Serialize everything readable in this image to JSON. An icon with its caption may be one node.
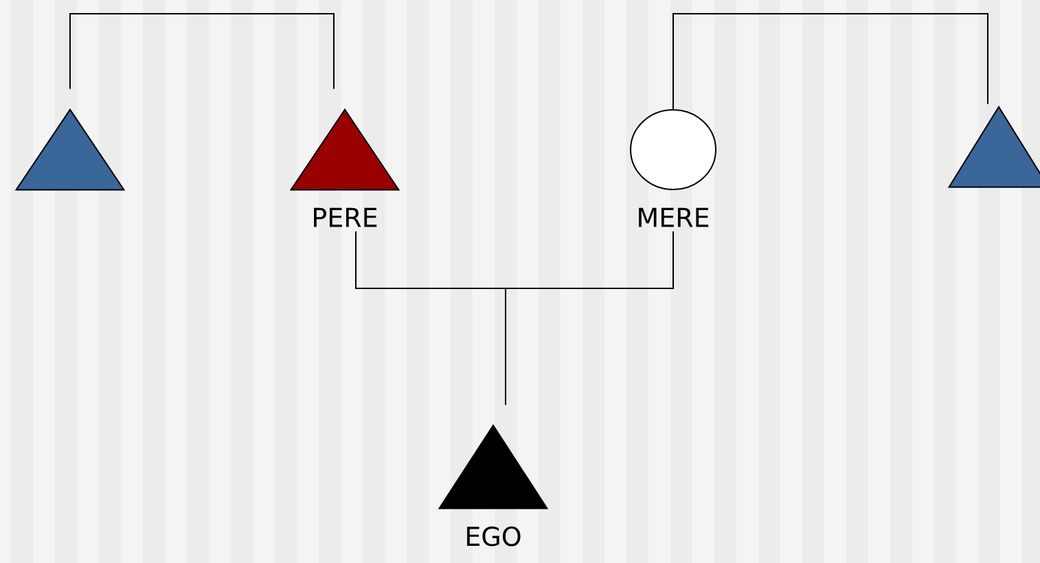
{
  "diagram": {
    "nodes": [
      {
        "text": [],
        "shape": "triangle"
      },
      {
        "text": [
          "PERE"
        ]
      },
      {
        "text": [
          "MERE"
        ]
      },
      {
        "text": [],
        "shape": "triangle"
      },
      {
        "text": [
          "EGO"
        ]
      }
    ],
    "edges": [
      {
        "from": 0,
        "to": 1,
        "arrow": "none"
      },
      {
        "from": 2,
        "to": 3,
        "arrow": "none"
      },
      {
        "from": 1,
        "to": 4,
        "arrow": "none"
      },
      {
        "from": 2,
        "to": 4,
        "arrow": "none"
      }
    ]
  }
}
